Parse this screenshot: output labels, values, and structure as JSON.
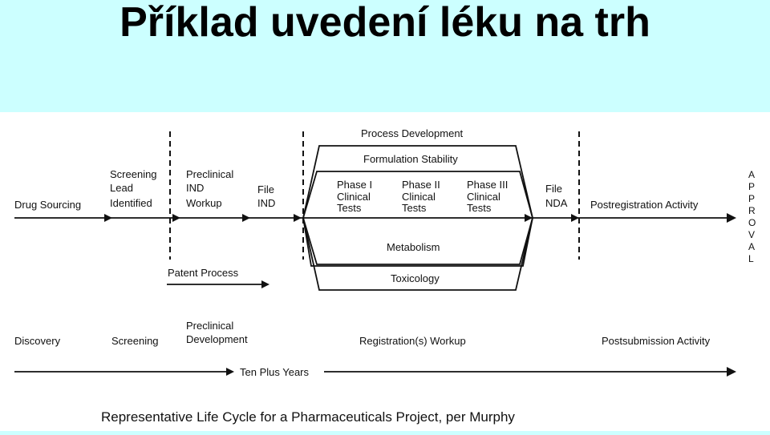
{
  "title": "Příklad uvedení léku na trh",
  "diagram": {
    "stages": {
      "drug_sourcing": "Drug Sourcing",
      "screening_lines": [
        "Screening",
        "Lead",
        "Identified"
      ],
      "preclinical_ind_lines": [
        "Preclinical",
        "IND",
        "Workup"
      ],
      "file_ind_lines": [
        "File",
        "IND"
      ],
      "phase1_lines": [
        "Phase I",
        "Clinical",
        "Tests"
      ],
      "phase2_lines": [
        "Phase II",
        "Clinical",
        "Tests"
      ],
      "phase3_lines": [
        "Phase III",
        "Clinical",
        "Tests"
      ],
      "file_nda_lines": [
        "File",
        "NDA"
      ],
      "postregistration": "Postregistration Activity",
      "approval_letters": [
        "A",
        "P",
        "P",
        "R",
        "O",
        "V",
        "A",
        "L"
      ]
    },
    "parallel": {
      "process_development": "Process Development",
      "formulation_stability": "Formulation Stability",
      "metabolism": "Metabolism",
      "toxicology": "Toxicology",
      "patent_process": "Patent Process"
    },
    "phases": {
      "discovery": "Discovery",
      "screening": "Screening",
      "preclinical_dev_lines": [
        "Preclinical",
        "Development"
      ],
      "registration_workup": "Registration(s) Workup",
      "postsubmission": "Postsubmission Activity"
    },
    "timeline": "Ten Plus Years",
    "caption": "Representative Life Cycle for a Pharmaceuticals Project, per Murphy"
  }
}
